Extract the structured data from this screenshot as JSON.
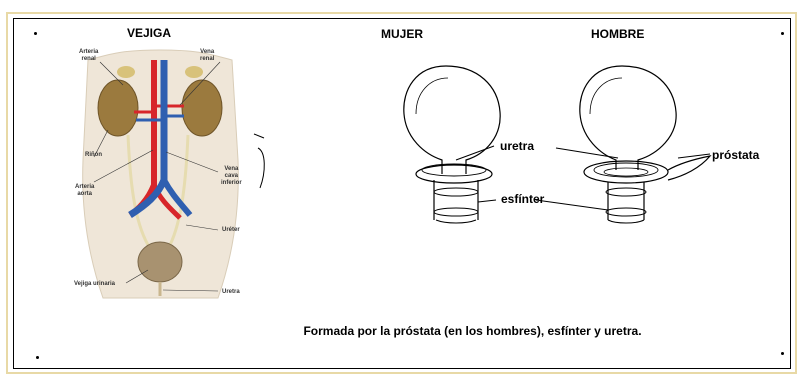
{
  "titles": {
    "vejiga": "VEJIGA",
    "mujer": "MUJER",
    "hombre": "HOMBRE"
  },
  "anatomy_labels": {
    "arteria_renal": [
      "Arteria",
      "renal"
    ],
    "vena_renal": [
      "Vena",
      "renal"
    ],
    "rinon": "Riñón",
    "arteria_aorta": [
      "Arteria",
      "aorta"
    ],
    "vena_cava": [
      "Vena",
      "cava",
      "inferior"
    ],
    "ureter": "Uréter",
    "vejiga_urinaria": "Vejiga urinaria",
    "uretra_small": "Uretra"
  },
  "sketch_labels": {
    "uretra": "uretra",
    "esfinter": "esfínter",
    "prostata": "próstata"
  },
  "caption": "Formada por la próstata (en los hombres), esfínter y uretra.",
  "colors": {
    "frame": "#e8d9a6",
    "kidney": "#9b7a3e",
    "artery": "#d7262a",
    "vein": "#2f5fb0",
    "bladder": "#a89270",
    "skin": "#efe6d8"
  }
}
